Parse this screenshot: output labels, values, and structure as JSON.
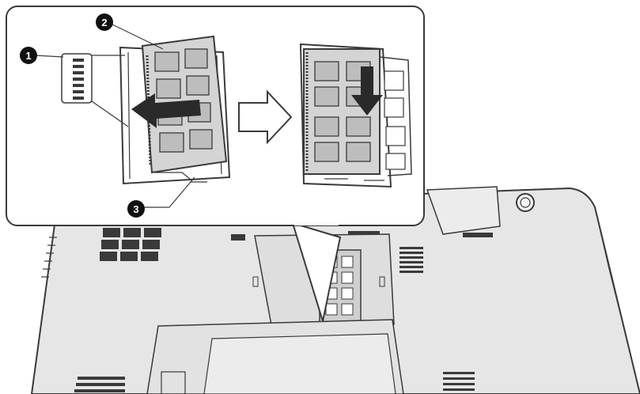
{
  "callouts": [
    {
      "label": "1"
    },
    {
      "label": "2"
    },
    {
      "label": "3"
    }
  ],
  "colors": {
    "line": "#3a3a3a",
    "laptop_fill": "#e4e4e4",
    "module_fill": "#d2d2d2",
    "chip_fill": "#b9b9b9",
    "arrow_fill": "#2a2a2a",
    "callout_fill": "#111111",
    "inset_fill": "#ffffff"
  },
  "icons": {
    "direction_arrow": "right-arrow-icon",
    "insert_arrow": "left-arrow-icon",
    "press_arrow": "down-arrow-icon"
  }
}
